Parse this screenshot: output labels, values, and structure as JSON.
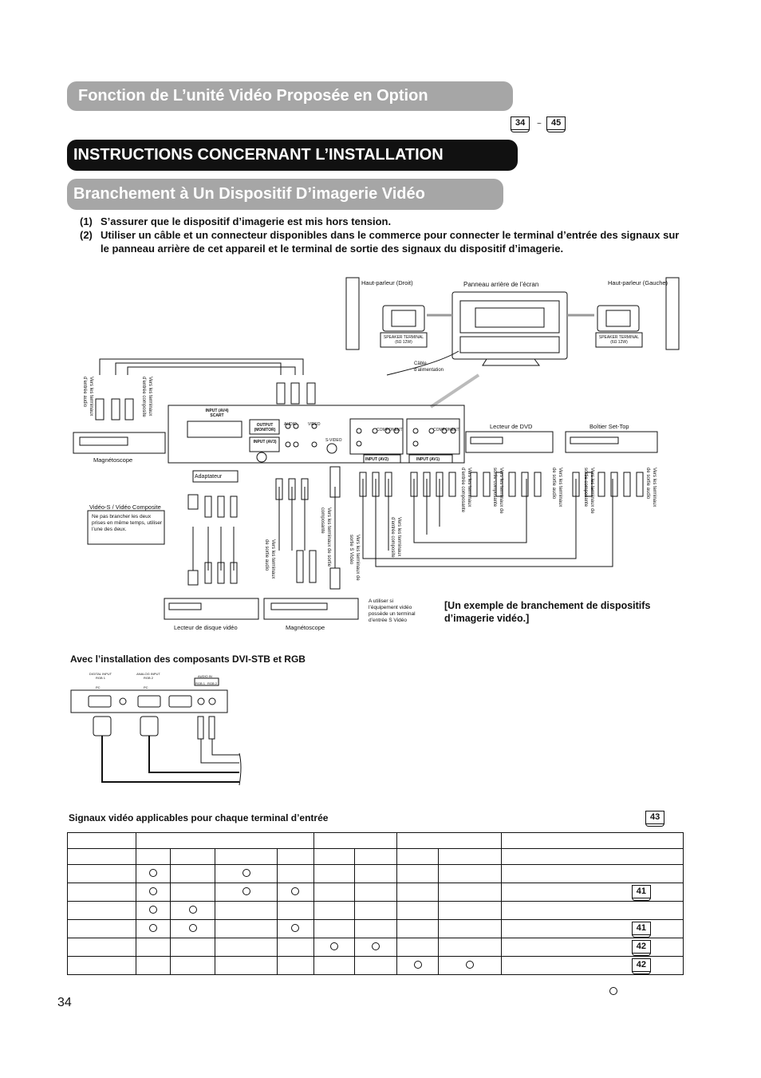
{
  "banners": {
    "option_title": "Fonction de L’unité Vidéo Proposée en Option",
    "install_title": "INSTRUCTIONS CONCERNANT L’INSTALLATION",
    "branch_title": "Branchement à Un Dispositif D’imagerie Vidéo"
  },
  "page_refs": {
    "range_start": "34",
    "range_sep": "~",
    "range_end": "45",
    "signals_ref": "43"
  },
  "steps": [
    {
      "num": "(1)",
      "text": "S’assurer que le dispositif d’imagerie est mis hors tension."
    },
    {
      "num": "(2)",
      "text": "Utiliser un câble et un connecteur disponibles dans le commerce pour connecter le terminal d’entrée des signaux sur le panneau arrière de cet appareil et le terminal de sortie des signaux du dispositif d’imagerie."
    }
  ],
  "diagram": {
    "speaker_right": "Haut-parleur (Droit)",
    "speaker_left": "Haut-parleur (Gauche)",
    "rear_panel": "Panneau arrière de l’écran",
    "speaker_terminal": "SPEAKER TERMINAL (6Ω 12W)",
    "power_cable": "Câble d’alimentation",
    "input_av4": "INPUT (AV4) SCART",
    "output_monitor": "OUTPUT (MONITOR)",
    "input_av3": "INPUT (AV3)",
    "input_av2": "INPUT (AV2)",
    "input_av1": "INPUT (AV1)",
    "audio": "AUDIO",
    "video": "VIDEO",
    "s_video": "S-VIDEO",
    "component": "COMPONENT",
    "vcr_left": "Magnétoscope",
    "dvd_player": "Lecteur de DVD",
    "settop": "Boîtier Set-Top",
    "adaptateur": "Adaptateur",
    "svideo_composite": "Vidéo-S / Vidéo Composite",
    "ne_pas": "Ne pas brancher les deux prises en même temps, utiliser l’une des deux.",
    "videodisc": "Lecteur de disque vidéo",
    "vcr_bottom": "Magnétoscope",
    "a_utiliser": "A utiliser si l’équipement vidéo possède un terminal d’entrée S Vidéo",
    "v_audio_in": "Vers les terminaux d’entrée audio",
    "v_composite_in": "Vers les terminaux d’entrée composite",
    "v_audio_out": "Vers les terminaux de sortie audio",
    "v_composante_out": "Vers les terminaux de sortie composante",
    "v_svideo_out": "Vers les terminaux de sortie S Vidéo",
    "v_composite_out": "Vers les terminaux d’entrée composite",
    "v_dvd_comp_in": "Vers les terminaux d’entrée composante",
    "v_dvd_comp_out": "Vers les terminaux de sortie composante",
    "v_dvd_audio_out": "Vers les terminaux de sortie audio",
    "v_stb_comp_out": "Vers les terminaux de sortie composante",
    "v_stb_audio_out": "Vers les terminaux de sortie audio"
  },
  "example_caption": "[Un exemple de branchement de dispositifs d’imagerie vidéo.]",
  "dvi_heading": "Avec l’installation des composants DVI-STB et RGB",
  "dvi_panel": {
    "digital_input": "DIGITAL INPUT RGB 1",
    "analog_input": "ANALOG INPUT RGB 2",
    "audio_in": "AUDIO IN",
    "rgb1": "RGB 1",
    "rgb2": "RGB 2",
    "pc_a": "PC",
    "pc_b": "PC"
  },
  "signals_heading": "Signaux vidéo applicables pour chaque terminal d’entrée",
  "table": {
    "rows": [
      {
        "marks": [
          true,
          false,
          true,
          false,
          false,
          false,
          false,
          false
        ],
        "ref": ""
      },
      {
        "marks": [
          true,
          false,
          true,
          true,
          false,
          false,
          false,
          false
        ],
        "ref": "41"
      },
      {
        "marks": [
          true,
          true,
          false,
          false,
          false,
          false,
          false,
          false
        ],
        "ref": ""
      },
      {
        "marks": [
          true,
          true,
          false,
          true,
          false,
          false,
          false,
          false
        ],
        "ref": "41"
      },
      {
        "marks": [
          false,
          false,
          false,
          false,
          true,
          true,
          false,
          false
        ],
        "ref": "42"
      },
      {
        "marks": [
          false,
          false,
          false,
          false,
          false,
          false,
          true,
          true
        ],
        "ref": "42"
      }
    ]
  },
  "page_number": "34",
  "colors": {
    "banner_gray": "#a6a6a6",
    "banner_black": "#111111"
  }
}
